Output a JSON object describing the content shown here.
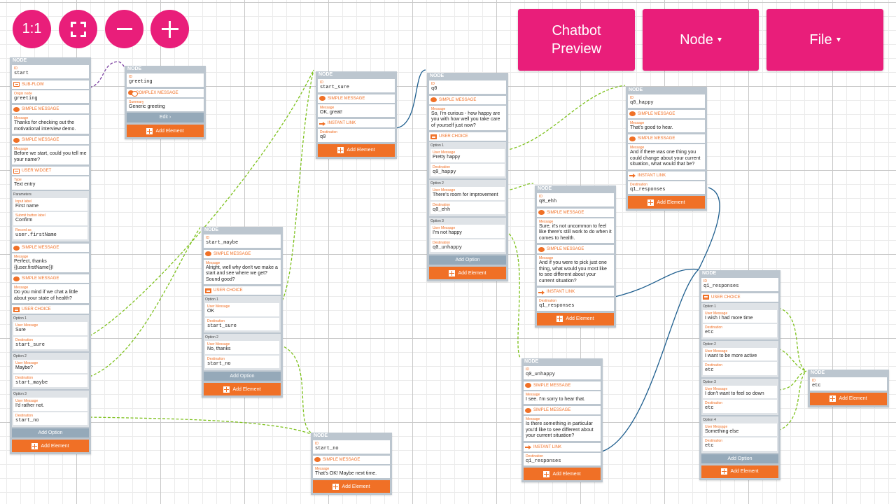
{
  "toolbar": {
    "zoom_reset_label": "1:1",
    "fit_icon": "expand-icon",
    "zoom_out_icon": "minus-icon",
    "zoom_in_icon": "plus-icon",
    "chatbot_preview_line1": "Chatbot",
    "chatbot_preview_line2": "Preview",
    "node_menu_label": "Node",
    "file_menu_label": "File"
  },
  "colors": {
    "accent_pink": "#e91e7a",
    "accent_orange": "#f07026",
    "node_frame": "#bcc6cf",
    "sub_flow_wire": "#7b3fa0",
    "choice_wire": "#7dc11c",
    "link_wire": "#1e5e8e"
  },
  "labels": {
    "node": "NODE",
    "id": "ID",
    "sub_flow": "SUB-FLOW",
    "origin_node": "Origin node",
    "simple_message": "SIMPLE MESSAGE",
    "complex_message": "COMPLEX MESSAGE",
    "message": "Message",
    "summary": "Summary",
    "user_widget": "USER WIDGET",
    "type": "Type",
    "parameters": "Parameters",
    "input_label": "Input label",
    "submit_button_label": "Submit button label",
    "record_as": "Record as",
    "user_choice": "USER CHOICE",
    "user_message": "User Message",
    "destination": "Destination",
    "instant_link": "INSTANT LINK",
    "add_option": "Add Option",
    "add_element": "Add Element",
    "edit": "Edit"
  },
  "nodes": {
    "start": {
      "id": "start",
      "sub_flow_origin": "greeting",
      "message1": "Thanks for checking out the motivational interview demo.",
      "message2": "Before we start, could you tell me your name?",
      "widget_type": "Text entry",
      "input_label": "First name",
      "submit_label": "Confirm",
      "record_as": "user.firstName",
      "message3": "Perfect, thanks {{user.firstName}}!",
      "message4": "Do you mind if we chat a little about your state of health?",
      "options": [
        {
          "label": "Option 1",
          "user_message": "Sure",
          "destination": "start_sure"
        },
        {
          "label": "Option 2",
          "user_message": "Maybe?",
          "destination": "start_maybe"
        },
        {
          "label": "Option 3",
          "user_message": "I'd rather not.",
          "destination": "start_no"
        }
      ]
    },
    "greeting": {
      "id": "greeting",
      "summary": "Generic greeting"
    },
    "start_maybe": {
      "id": "start_maybe",
      "message": "Alright, well why don't we make a start and see where we get? Sound good?",
      "options": [
        {
          "label": "Option 1",
          "user_message": "OK",
          "destination": "start_sure"
        },
        {
          "label": "Option 2",
          "user_message": "No, thanks",
          "destination": "start_no"
        }
      ]
    },
    "start_sure": {
      "id": "start_sure",
      "message": "OK, great!",
      "destination": "q0"
    },
    "start_no": {
      "id": "start_no",
      "message": "That's OK! Maybe next time."
    },
    "q0": {
      "id": "q0",
      "message": "So, I'm curious - how happy are you with how well you take care of yourself just now?",
      "options": [
        {
          "label": "Option 1",
          "user_message": "Pretty happy",
          "destination": "q0_happy"
        },
        {
          "label": "Option 2",
          "user_message": "There's room for improvement",
          "destination": "q0_ehh"
        },
        {
          "label": "Option 3",
          "user_message": "I'm not happy",
          "destination": "q0_unhappy"
        }
      ]
    },
    "q0_ehh": {
      "id": "q0_ehh",
      "message1": "Sure, it's not uncommon to feel like there's still work to do when it comes to health.",
      "message2": "And if you were to pick just one thing, what would you most like to see different about your current situation?",
      "destination": "q1_responses"
    },
    "q0_happy": {
      "id": "q0_happy",
      "message1": "That's good to hear.",
      "message2": "And if there was one thing you could change about your current situation, what would that be?",
      "destination": "q1_responses"
    },
    "q0_unhappy": {
      "id": "q0_unhappy",
      "message1": "I see. I'm sorry to hear that.",
      "message2": "Is there something in particular you'd like to see different about your current situation?",
      "destination": "q1_responses"
    },
    "q1_responses": {
      "id": "q1_responses",
      "options": [
        {
          "label": "Option 1",
          "user_message": "I wish I had more time",
          "destination": "etc"
        },
        {
          "label": "Option 2",
          "user_message": "I want to be more active",
          "destination": "etc"
        },
        {
          "label": "Option 3",
          "user_message": "I don't want to feel so down",
          "destination": "etc"
        },
        {
          "label": "Option 4",
          "user_message": "Something else",
          "destination": "etc"
        }
      ]
    },
    "etc": {
      "id": "etc"
    }
  }
}
